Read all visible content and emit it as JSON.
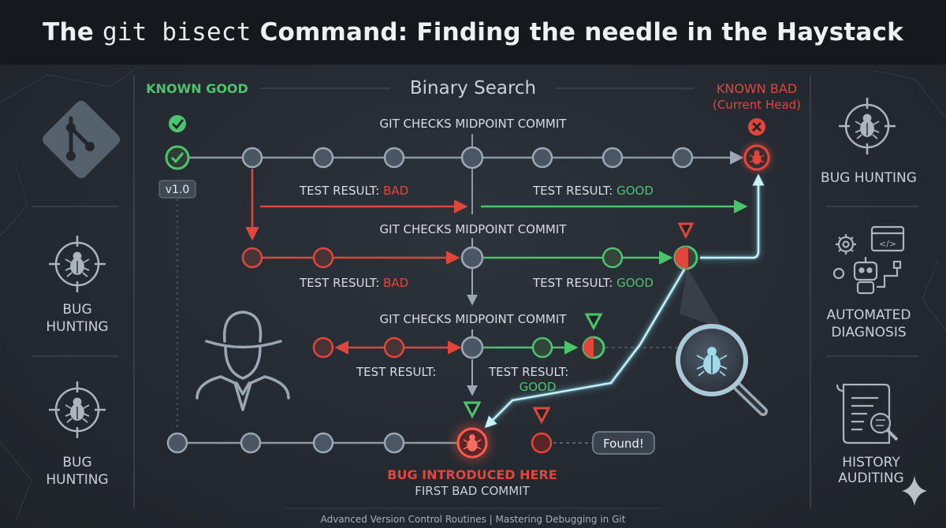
{
  "title": {
    "part1": "The ",
    "code": "git bisect",
    "part2": " Command: Finding the needle in the Haystack"
  },
  "header": {
    "known_good": "KNOWN GOOD",
    "binary_search": "Binary Search",
    "known_bad_line1": "KNOWN BAD",
    "known_bad_line2": "(Current Head)"
  },
  "labels": {
    "version_tag": "v1.0",
    "midpoint_1": "GIT CHECKS MIDPOINT COMMIT",
    "midpoint_2": "GIT CHECKS MIDPOINT COMMIT",
    "midpoint_3": "GIT CHECKS MIDPOINT COMMIT",
    "test_result_prefix": "TEST RESULT: ",
    "test_result_prefix_bare": "TEST RESULT:",
    "bad": "BAD",
    "good": "GOOD",
    "found": "Found!",
    "bug_introduced": "BUG INTRODUCED HERE",
    "first_bad_commit": "FIRST BAD COMMIT",
    "footer": "Advanced Version Control Routines | Mastering Debugging in Git"
  },
  "sidebar_left": {
    "item2_line1": "BUG",
    "item2_line2": "HUNTING",
    "item3_line1": "BUG",
    "item3_line2": "HUNTING"
  },
  "sidebar_right": {
    "item1": "BUG HUNTING",
    "item2_line1": "AUTOMATED",
    "item2_line2": "DIAGNOSIS",
    "item3_line1": "HISTORY",
    "item3_line2": "AUDITING"
  },
  "colors": {
    "good": "#4cc46e",
    "bad": "#e0463c",
    "accent": "#7fd8f0",
    "commit": "#4a5663",
    "line": "#8b98a6",
    "text": "#d8dde2"
  },
  "icons": [
    "git-logo-icon",
    "bug-target-icon",
    "detective-icon",
    "magnifier-bug-icon",
    "gear-robot-icon",
    "scroll-search-icon",
    "check-icon",
    "close-icon",
    "sparkle-icon"
  ]
}
